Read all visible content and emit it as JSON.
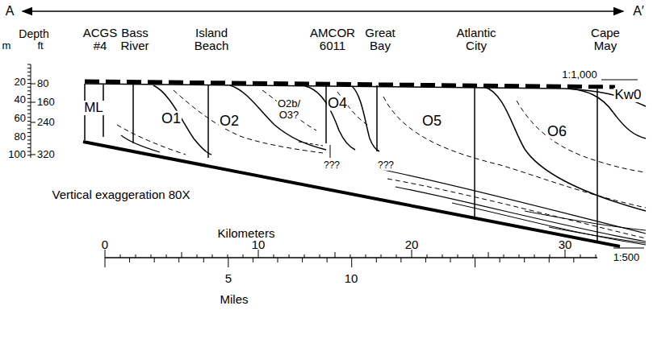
{
  "diagram": {
    "labels": [
      "A",
      "A′",
      "Depth",
      "m",
      "ft",
      "20",
      "40",
      "60",
      "80",
      "100",
      "80",
      "160",
      "240",
      "320",
      "ACGS #4",
      "Bass River",
      "Island Beach",
      "AMCOR 6011",
      "Great Bay",
      "Atlantic City",
      "Cape May",
      "1:1,000",
      "ML",
      "O1",
      "O2",
      "O2b/ O3?",
      "O4",
      "O5",
      "O6",
      "Kw0",
      "???",
      "???",
      "Vertical exaggeration 80X",
      "Kilometers",
      "1:500",
      "0",
      "10",
      "20",
      "30",
      "5",
      "10",
      "Miles"
    ]
  }
}
